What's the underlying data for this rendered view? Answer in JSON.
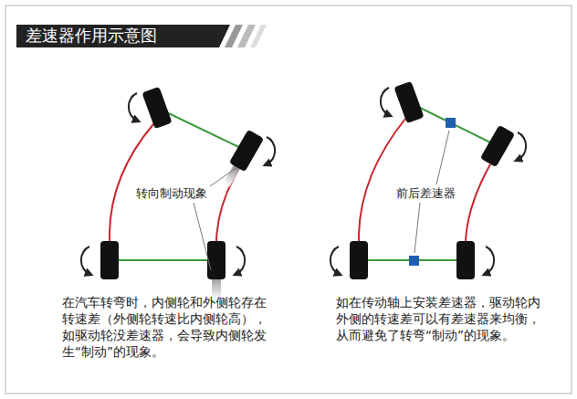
{
  "diagram": {
    "title": "差速器作用示意图",
    "labels": [
      "转向制动现象",
      "前后差速器",
      "在汽车转弯时，内侧轮和外侧轮存在转速差（外侧轮转速比内侧轮高），如驱动轮没差速器，会导致内侧轮发生“制动”的现象。",
      "如在传动轴上安装差速器，驱动轮内外侧的转速差可以有差速器来均衡，从而避免了转弯“制动”的现象。"
    ]
  }
}
